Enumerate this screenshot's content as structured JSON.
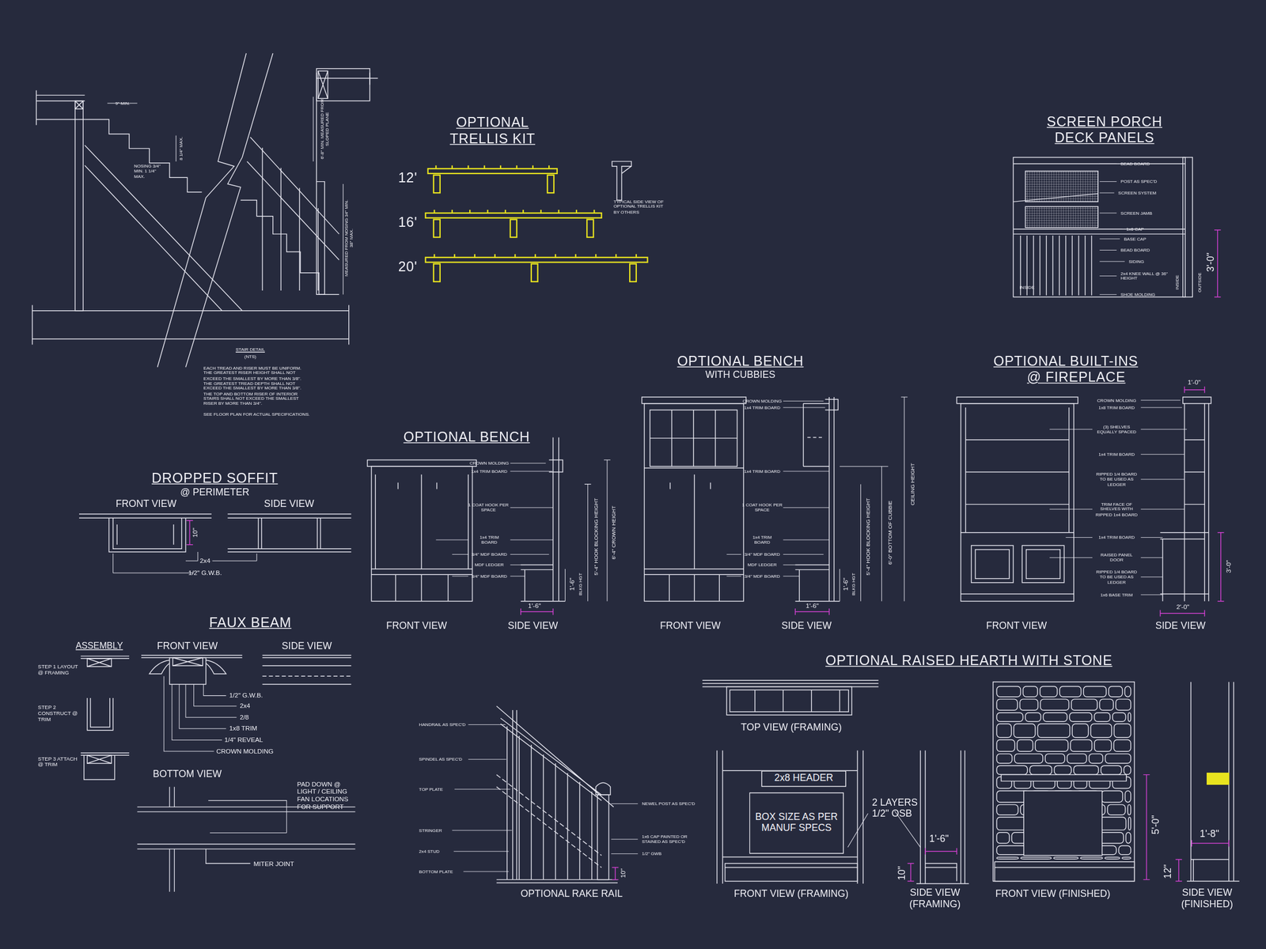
{
  "diagram": {
    "nodes": [
      {
        "text": [
          "2x8 HEADER"
        ]
      },
      {
        "text": [
          "BOX SIZE AS PER MANUF SPECS"
        ]
      }
    ],
    "labels": [
      "9\" MIN.",
      "8 1/4\" MAX.",
      "NOSING 3/4\" MIN. 1 1/4\" MAX.",
      "6'-8\" MIN. MEASURED FROM SLOPED PLANE",
      "MEASURED FROM NOSING 34\" MIN. 38\" MAX.",
      "STAIR DETAIL",
      "(NTS)",
      "EACH TREAD AND RISER MUST BE UNIFORM. THE GREATEST RISER HEIGHT SHALL NOT EXCEED THE SMALLEST BY MORE THAN 3/8\". THE GREATEST TREAD DEPTH SHALL NOT EXCEED THE SMALLEST BY MORE THAN 3/8\". THE TOP AND BOTTOM RISER OF INTERIOR STAIRS SHALL NOT EXCEED THE SMALLEST RISER BY MORE THAN 3/4\".",
      "SEE FLOOR PLAN FOR ACTUAL SPECIFICATIONS.",
      "OPTIONAL TRELLIS KIT",
      "12'",
      "16'",
      "20'",
      "TYPICAL SIDE VIEW OF OPTIONAL TRELLIS KIT BY OTHERS",
      "SCREEN PORCH DECK PANELS",
      "BEAD BOARD",
      "POST AS SPEC'D",
      "SCREEN SYSTEM",
      "SCREEN JAMB",
      "1x6 CAP",
      "BASE CAP",
      "BEAD BOARD",
      "SIDING",
      "2x4 KNEE WALL @ 36\" HEIGHT",
      "SHOE MOLDING",
      "INSIDE",
      "INSIDE",
      "OUTSIDE",
      "3'-0\"",
      "OPTIONAL BENCH",
      "CROWN MOLDING",
      "1x4 TRIM BOARD",
      "1 COAT HOOK PER SPACE",
      "1x4 TRIM BOARD",
      "3/4\" MDF BOARD",
      "MDF LEDGER",
      "3/4\" MDF BOARD",
      "1'-6\"",
      "1'-6\"",
      "BLKG HGT",
      "5'-4\" HOOK BLOCKING HEIGHT",
      "6'-4\" CROWN HEIGHT",
      "FRONT VIEW",
      "SIDE VIEW",
      "OPTIONAL BENCH",
      "WITH CUBBIES",
      "CROWN MOLDING",
      "1x4 TRIM BOARD",
      "1x4 TRIM BOARD",
      "1 COAT HOOK PER SPACE",
      "1x4 TRIM BOARD",
      "3/4\" MDF BOARD",
      "MDF LEDGER",
      "3/4\" MDF BOARD",
      "1'-6\"",
      "1'-6\"",
      "BLKG HGT",
      "5'-4\" HOOK BLOCKING HEIGHT",
      "6'-0\" BOTTOM OF CUBBIE",
      "CEILING HEIGHT",
      "FRONT VIEW",
      "SIDE VIEW",
      "OPTIONAL BUILT-INS",
      "@ FIREPLACE",
      "1'-0\"",
      "CROWN MOLDING",
      "1x8 TRIM BOARD",
      "(3) SHELVES EQUALLY SPACED",
      "1x4 TRIM BOARD",
      "RIPPED 1/4 BOARD TO BE USED AS LEDGER",
      "TRIM FACE OF SHELVES WITH RIPPED 1x4 BOARD",
      "1x4 TRIM BOARD",
      "RAISED PANEL DOOR",
      "RIPPED 1/4 BOARD TO BE USED AS LEDGER",
      "1x6 BASE TRIM",
      "3'-0\"",
      "2'-0\"",
      "FRONT VIEW",
      "SIDE VIEW",
      "DROPPED SOFFIT",
      "@ PERIMETER",
      "FRONT VIEW",
      "SIDE VIEW",
      "10\"",
      "2x4",
      "1/2\" G.W.B.",
      "FAUX BEAM",
      "ASSEMBLY",
      "STEP 1 LAYOUT @ FRAMING",
      "STEP 2 CONSTRUCT @ TRIM",
      "STEP 3 ATTACH @ TRIM",
      "FRONT VIEW",
      "SIDE VIEW",
      "1/2\" G.W.B.",
      "2x4",
      "2/8",
      "1x8 TRIM",
      "1/4\" REVEAL",
      "CROWN MOLDING",
      "BOTTOM VIEW",
      "PAD DOWN @ LIGHT / CEILING FAN LOCATIONS FOR SUPPORT",
      "MITER JOINT",
      "HANDRAIL AS SPEC'D",
      "SPINDEL AS SPEC'D",
      "TOP PLATE",
      "STRINGER",
      "2x4 STUD",
      "BOTTOM PLATE",
      "NEWEL POST AS SPEC'D",
      "1x6 CAP PAINTED OR STAINED AS SPEC'D",
      "1/2\" GWB",
      "10\"",
      "OPTIONAL RAKE RAIL",
      "OPTIONAL RAISED HEARTH WITH STONE",
      "TOP VIEW (FRAMING)",
      "2 LAYERS 1/2\" OSB",
      "1'-6\"",
      "10\"",
      "FRONT VIEW (FRAMING)",
      "SIDE VIEW (FRAMING)",
      "5'-0\"",
      "FRONT VIEW (FINISHED)",
      "1'-8\"",
      "12\"",
      "SIDE VIEW (FINISHED)"
    ]
  }
}
